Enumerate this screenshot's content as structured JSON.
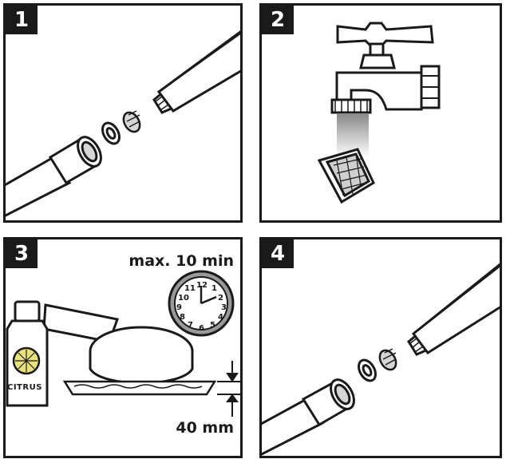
{
  "steps": [
    {
      "number": "1"
    },
    {
      "number": "2"
    },
    {
      "number": "3",
      "time_label": "max. 10 min",
      "depth_label": "40 mm",
      "bottle_label": "CITRUS",
      "clock_numbers": [
        "12",
        "1",
        "2",
        "3",
        "4",
        "5",
        "6",
        "7",
        "8",
        "9",
        "10",
        "11"
      ]
    },
    {
      "number": "4"
    }
  ],
  "colors": {
    "ink": "#1a1a1a",
    "gray": "#9a9a9a",
    "light_gray": "#d6d6d6",
    "lemon": "#e9e27a"
  },
  "icons": [
    "hose-icon",
    "washer-icon",
    "filter-screen-icon",
    "shower-handle-icon",
    "faucet-icon",
    "clock-icon",
    "citrus-bottle-icon"
  ]
}
